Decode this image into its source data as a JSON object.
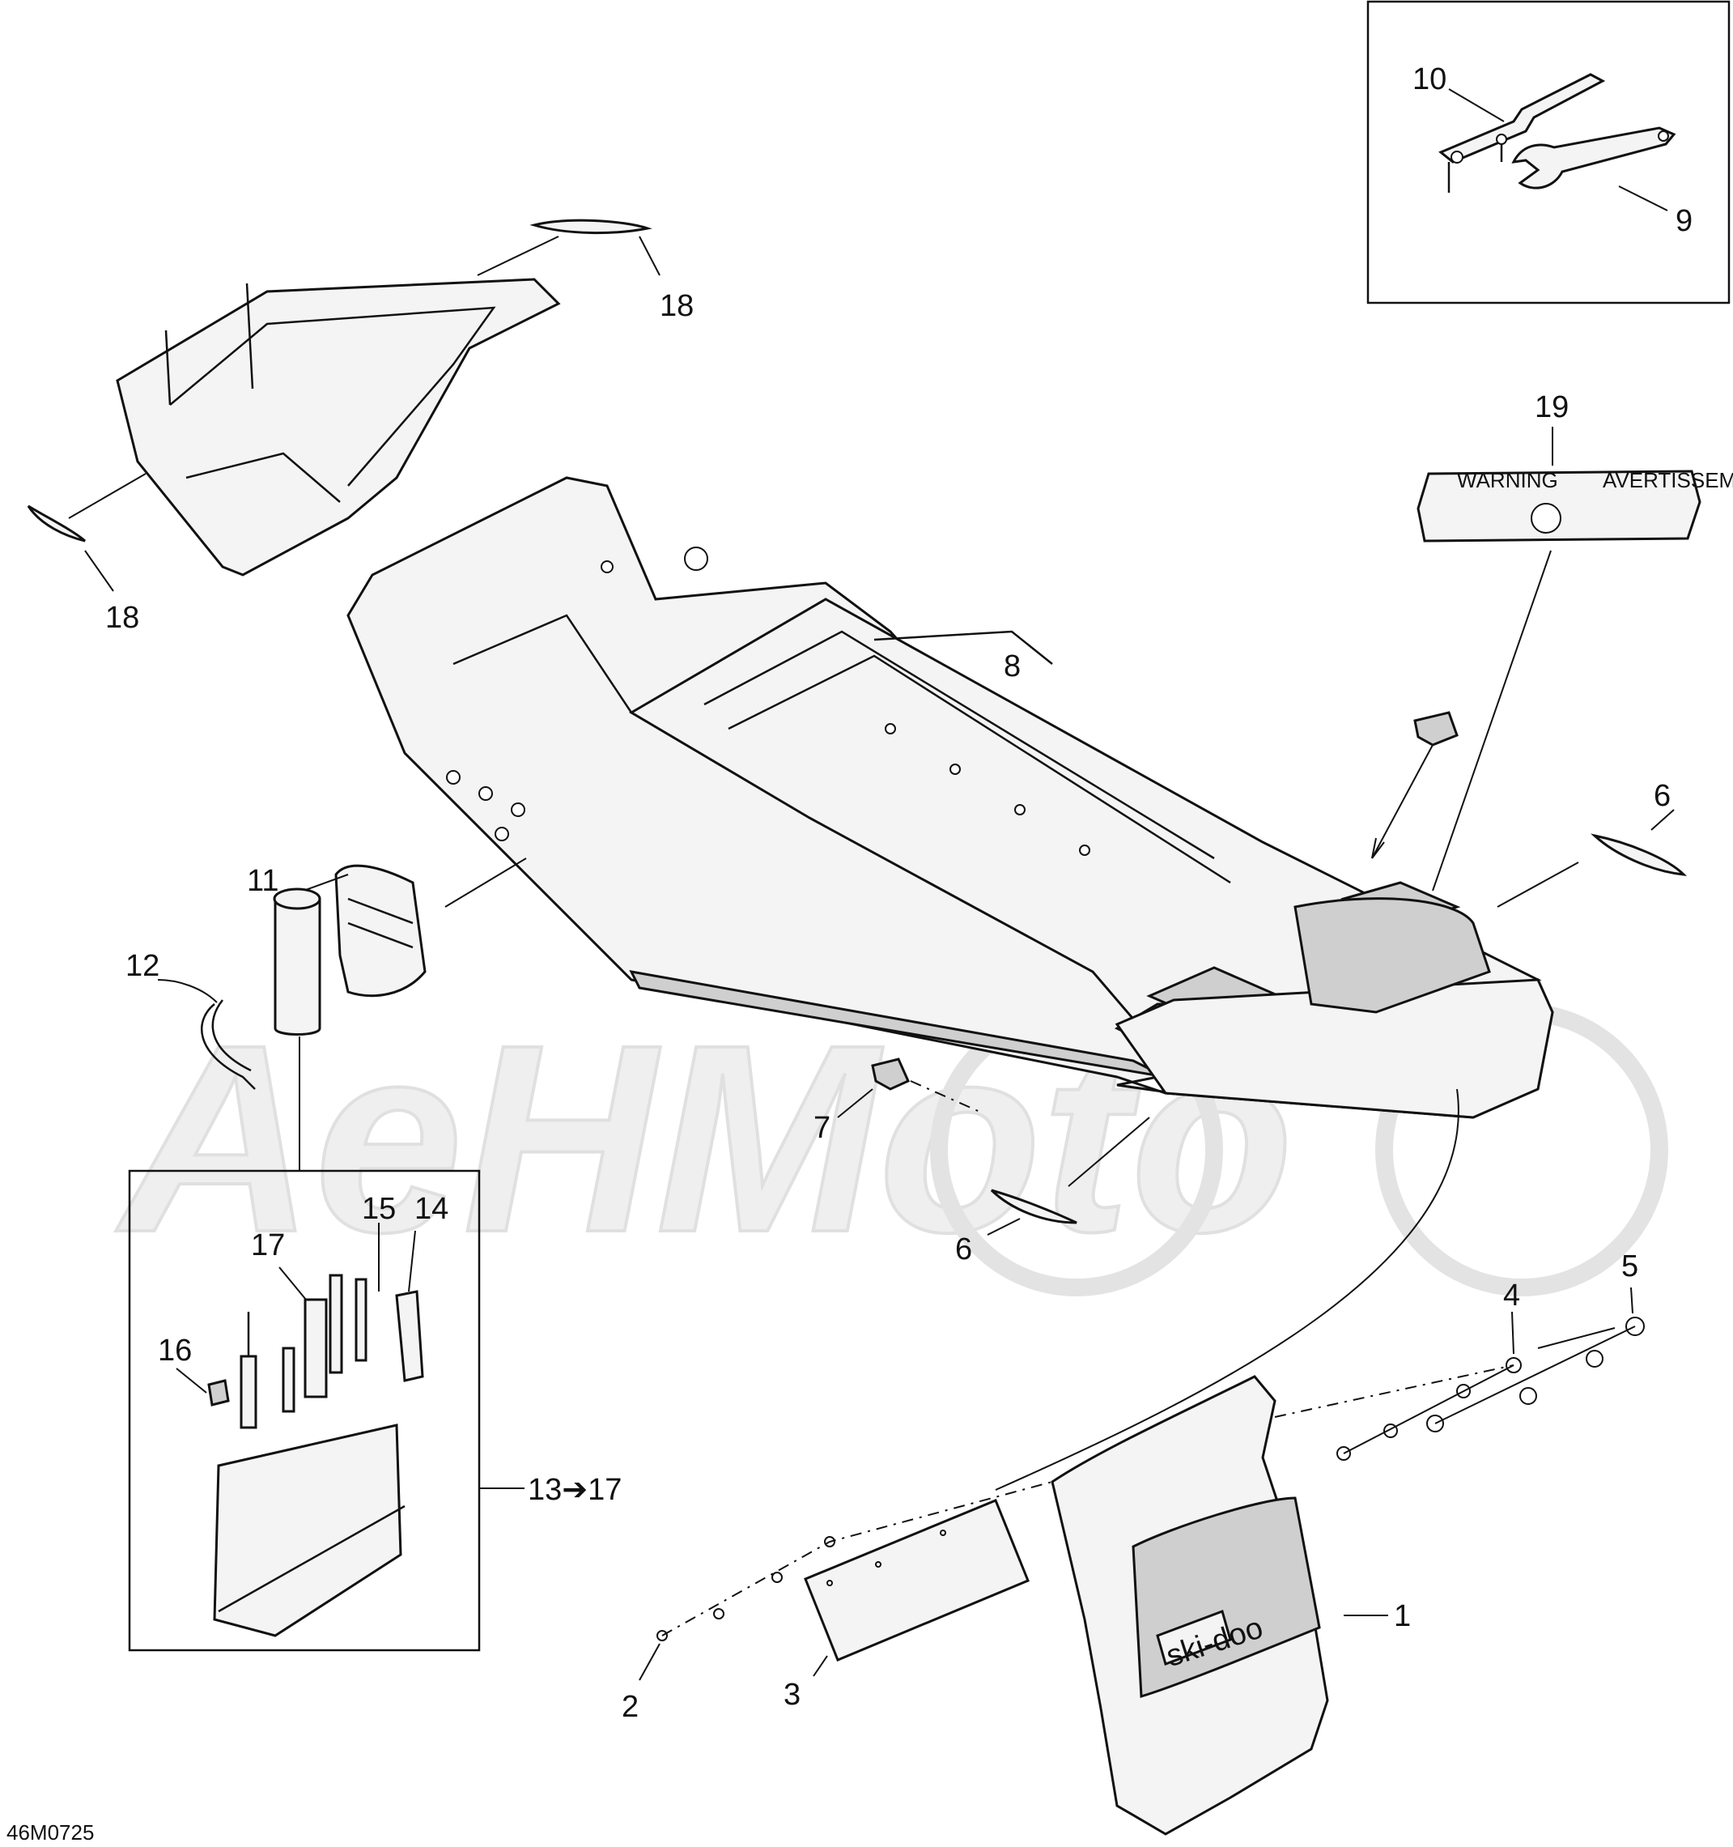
{
  "drawing_code": "46M0725",
  "watermark": "AeHMoto",
  "callouts": {
    "c1": "1",
    "c2": "2",
    "c3": "3",
    "c4": "4",
    "c5": "5",
    "c6a": "6",
    "c6b": "6",
    "c7": "7",
    "c8": "8",
    "c9": "9",
    "c10": "10",
    "c11": "11",
    "c12": "12",
    "c13_17": "13➔17",
    "c14": "14",
    "c15": "15",
    "c16": "16",
    "c17": "17",
    "c18a": "18",
    "c18b": "18",
    "c19": "19"
  },
  "decal_brand": "ski-doo",
  "warning_label": {
    "heading_left": "WARNING",
    "heading_right": "AVERTISSEMENT"
  }
}
